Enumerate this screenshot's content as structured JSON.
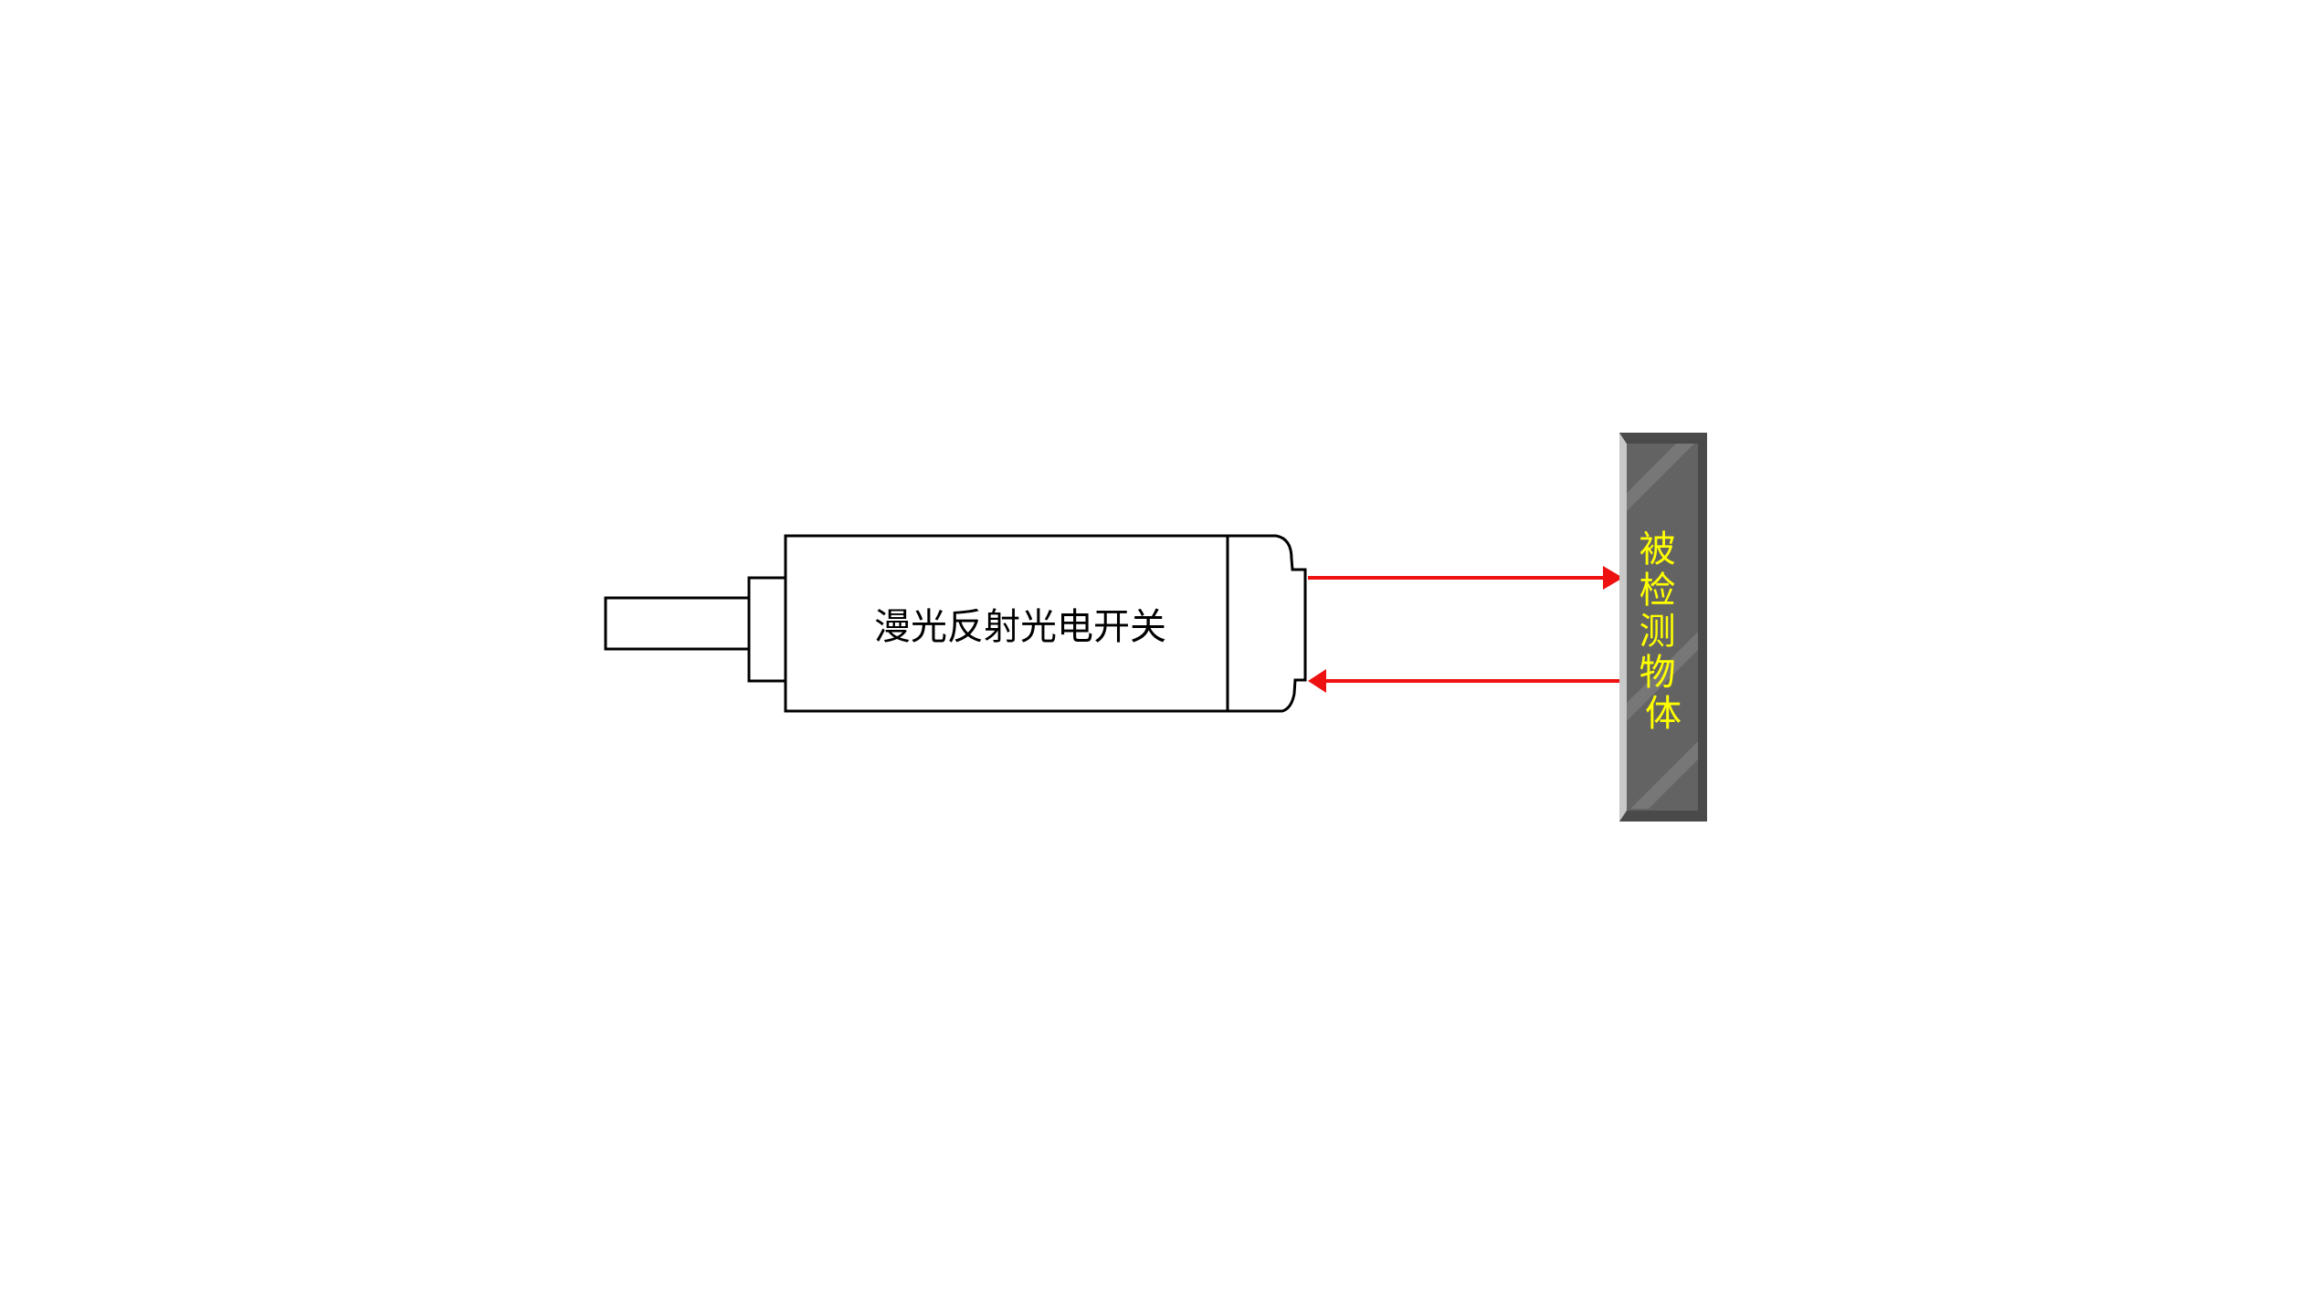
{
  "diagram": {
    "sensor_label": "漫光反射光电开关",
    "object_label_chars": [
      "被",
      "检",
      "测",
      "物",
      "体"
    ],
    "colors": {
      "beam": "#ee1111",
      "object_fill": "#626262",
      "object_text": "#ffff00",
      "outline": "#000000"
    }
  }
}
